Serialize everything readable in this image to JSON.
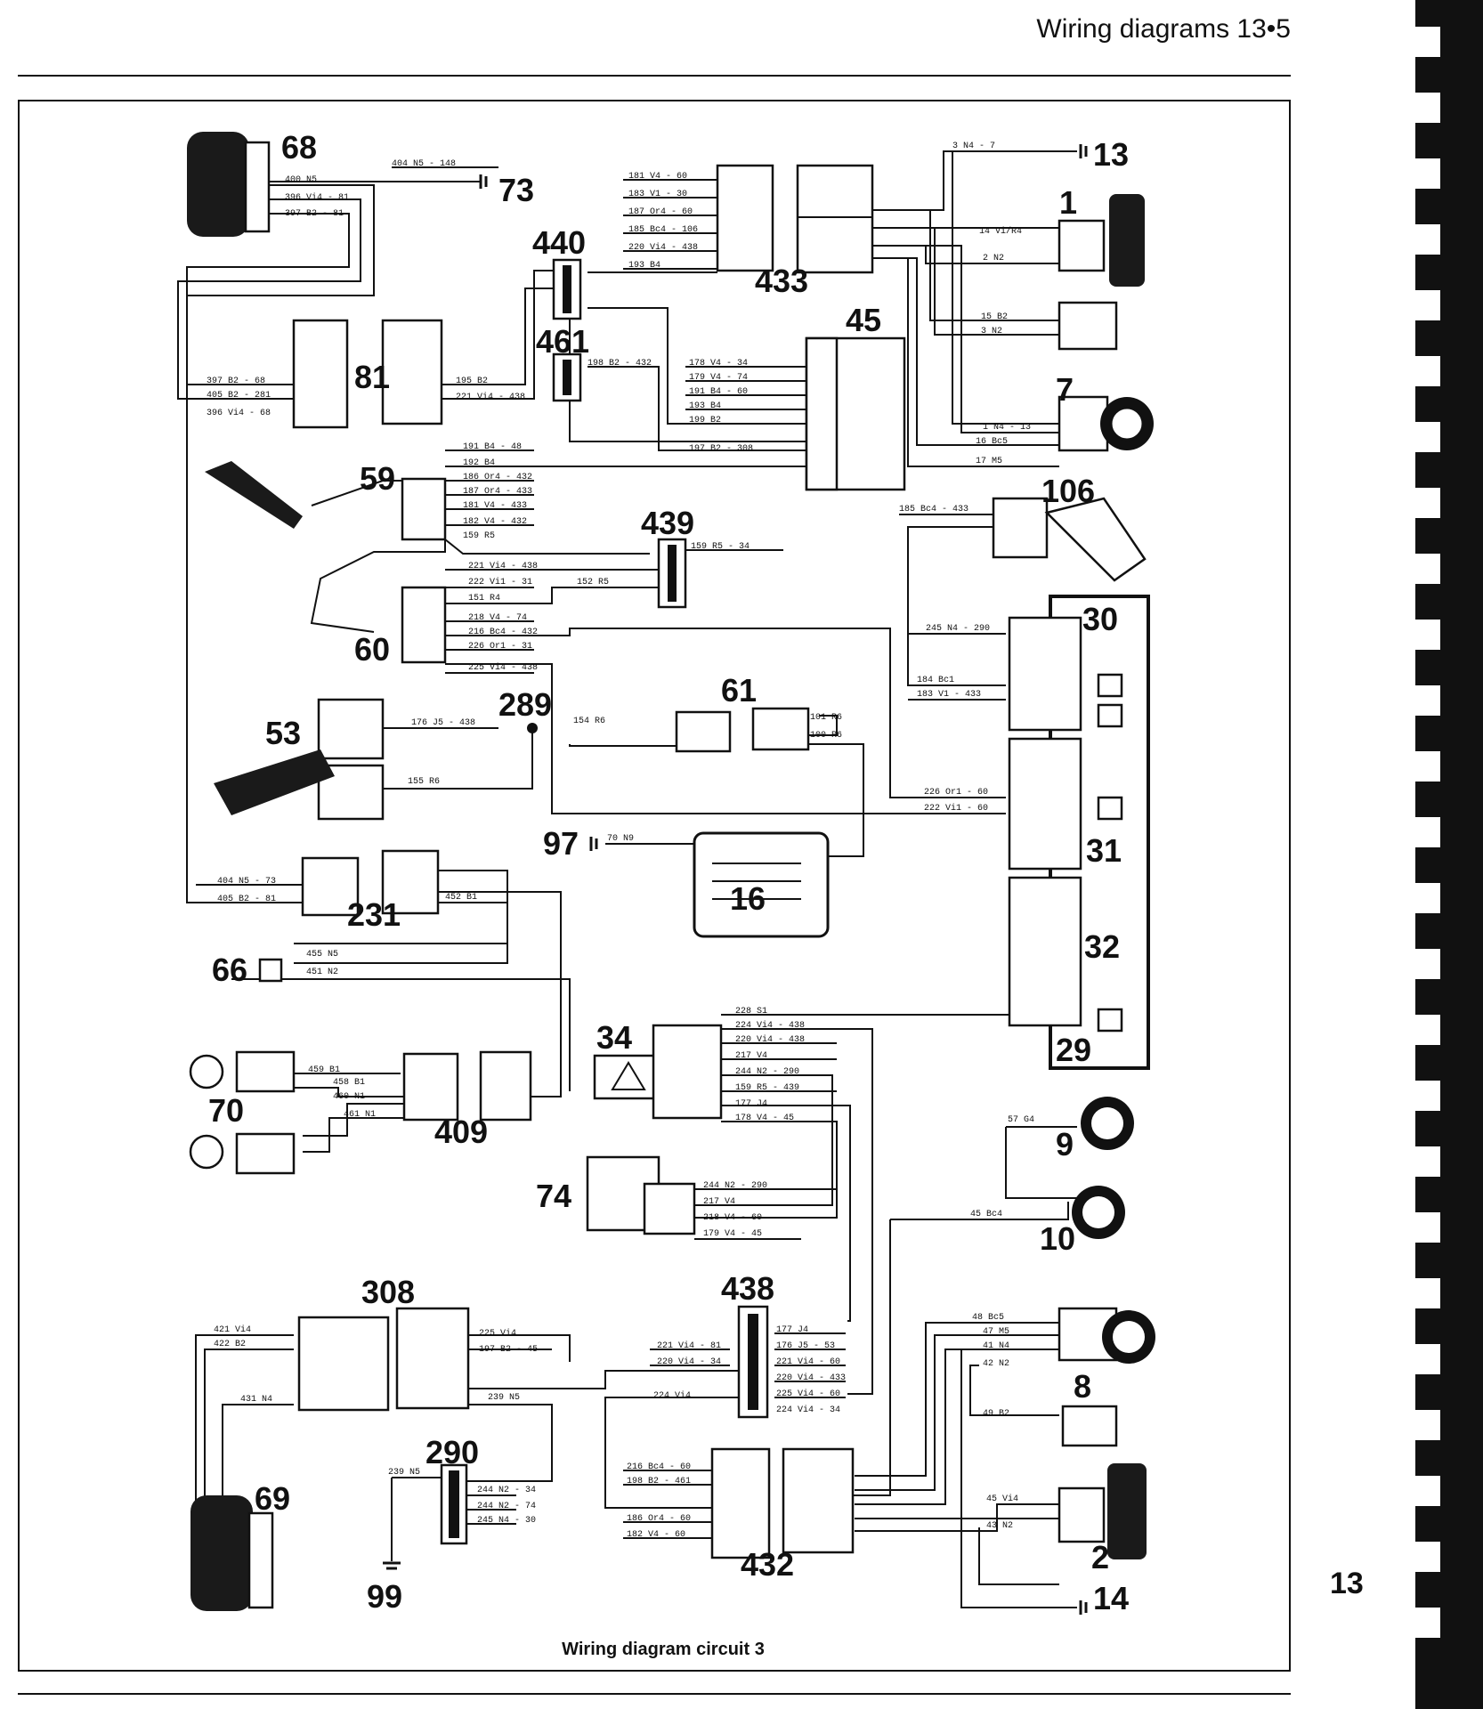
{
  "header": {
    "title": "Wiring diagrams 13•5"
  },
  "caption": "Wiring diagram circuit 3",
  "page_mark": "13",
  "components": [
    {
      "key": "c68",
      "label": "68"
    },
    {
      "key": "c73",
      "label": "73"
    },
    {
      "key": "c440",
      "label": "440"
    },
    {
      "key": "c433",
      "label": "433"
    },
    {
      "key": "c13",
      "label": "13"
    },
    {
      "key": "c1",
      "label": "1"
    },
    {
      "key": "c461",
      "label": "461"
    },
    {
      "key": "c81",
      "label": "81"
    },
    {
      "key": "c45",
      "label": "45"
    },
    {
      "key": "c7",
      "label": "7"
    },
    {
      "key": "c59",
      "label": "59"
    },
    {
      "key": "c106",
      "label": "106"
    },
    {
      "key": "c439",
      "label": "439"
    },
    {
      "key": "c30",
      "label": "30"
    },
    {
      "key": "c60",
      "label": "60"
    },
    {
      "key": "c61",
      "label": "61"
    },
    {
      "key": "c289",
      "label": "289"
    },
    {
      "key": "c53",
      "label": "53"
    },
    {
      "key": "c31",
      "label": "31"
    },
    {
      "key": "c97",
      "label": "97"
    },
    {
      "key": "c16",
      "label": "16"
    },
    {
      "key": "c231",
      "label": "231"
    },
    {
      "key": "c32",
      "label": "32"
    },
    {
      "key": "c66",
      "label": "66"
    },
    {
      "key": "c34",
      "label": "34"
    },
    {
      "key": "c29",
      "label": "29"
    },
    {
      "key": "c70",
      "label": "70"
    },
    {
      "key": "c409",
      "label": "409"
    },
    {
      "key": "c9",
      "label": "9"
    },
    {
      "key": "c74",
      "label": "74"
    },
    {
      "key": "c10",
      "label": "10"
    },
    {
      "key": "c308",
      "label": "308"
    },
    {
      "key": "c438",
      "label": "438"
    },
    {
      "key": "c8",
      "label": "8"
    },
    {
      "key": "c290",
      "label": "290"
    },
    {
      "key": "c69",
      "label": "69"
    },
    {
      "key": "c432",
      "label": "432"
    },
    {
      "key": "c2",
      "label": "2"
    },
    {
      "key": "c99",
      "label": "99"
    },
    {
      "key": "c14",
      "label": "14"
    }
  ],
  "wire_labels": [
    "400 N5",
    "396 Vi4 - 81",
    "397 B2 - 81",
    "404 N5 - 148",
    "181 V4 - 60",
    "183 V1 - 30",
    "187 Or4 - 60",
    "185 Bc4 - 106",
    "220 Vi4 - 438",
    "193 B4",
    "3 N4 - 7",
    "14 Vi/R4",
    "2 N2",
    "15 B2",
    "3 N2",
    "1 N4 - 13",
    "16 Bc5",
    "17 M5",
    "397 B2 - 68",
    "405 B2 - 281",
    "396 Vi4 - 68",
    "195 B2",
    "221 Vi4 - 438",
    "198 B2 - 432",
    "178 V4 - 34",
    "179 V4 - 74",
    "191 B4 - 60",
    "193 B4",
    "199 B2",
    "197 B2 - 308",
    "191 B4 - 48",
    "192 B4",
    "186 Or4 - 432",
    "187 Or4 - 433",
    "181 V4 - 433",
    "182 V4 - 432",
    "159 R5",
    "185 Bc4 - 433",
    "159 R5 - 34",
    "221 Vi4 - 438",
    "222 Vi1 - 31",
    "151 R4",
    "152 R5",
    "218 V4 - 74",
    "216 Bc4 - 432",
    "226 Or1 - 31",
    "225 Vi4 - 438",
    "245 N4 - 290",
    "184 Bc1",
    "183 V1 - 433",
    "176 J5 - 438",
    "154 R6",
    "101 R6",
    "100 R6",
    "155 R6",
    "226 Or1 - 60",
    "222 Vi1 - 60",
    "70 N9",
    "404 N5 - 73",
    "405 B2 - 81",
    "452 B1",
    "455 N5",
    "451 N2",
    "228 S1",
    "224 Vi4 - 438",
    "220 Vi4 - 438",
    "217 V4",
    "244 N2 - 290",
    "159 R5 - 439",
    "177 J4",
    "178 V4 - 45",
    "459 B1",
    "458 B1",
    "460 N1",
    "461 N1",
    "57 G4",
    "244 N2 - 290",
    "217 V4",
    "218 V4 - 60",
    "179 V4 - 45",
    "45 Bc4",
    "421 Vi4",
    "422 B2",
    "431 N4",
    "225 Vi4",
    "197 B2 - 45",
    "239 N5",
    "177 J4",
    "176 J5 - 53",
    "221 Vi4 - 81",
    "221 Vi4 - 60",
    "220 Vi4 - 34",
    "220 Vi4 - 433",
    "225 Vi4 - 60",
    "224 Vi4",
    "224 Vi4 - 34",
    "48 Bc5",
    "47 M5",
    "41 N4",
    "42 N2",
    "49 B2",
    "239 N5",
    "244 N2 - 34",
    "244 N2 - 74",
    "245 N4 - 30",
    "216 Bc4 - 60",
    "198 B2 - 461",
    "186 Or4 - 60",
    "182 V4 - 60",
    "45 Vi4",
    "43 N2"
  ]
}
